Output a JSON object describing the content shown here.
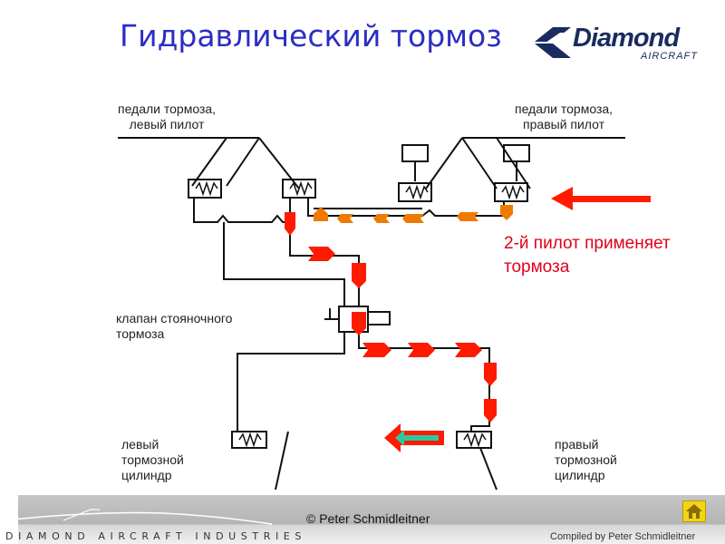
{
  "title": "Гидравлический тормоз",
  "logo": {
    "brand": "Diamond",
    "sub": "AIRCRAFT"
  },
  "labels": {
    "pedals_left": [
      "педали тормоза,",
      "левый пилот"
    ],
    "pedals_right": [
      "педали тормоза,",
      "правый пилот"
    ],
    "parking_valve": [
      "клапан стояночного",
      "тормоза"
    ],
    "cyl_left": [
      "левый",
      "тормозной",
      "цилиндр"
    ],
    "cyl_right": [
      "правый",
      "тормозной",
      "цилиндр"
    ]
  },
  "annotation": [
    "2-й пилот применяет",
    "тормоза"
  ],
  "footer": {
    "brand": "DIAMOND AIRCRAFT INDUSTRIES",
    "copyright": "© Peter Schmidleitner",
    "compiled": "Compiled by Peter Schmidleitner"
  },
  "colors": {
    "title": "#2b2ec4",
    "flow_red": "#ff1a00",
    "flow_orange": "#f07a00",
    "annotation_red": "#e0001a",
    "return_arrow": "#2ec8a0",
    "home_button": "#f2d417"
  },
  "icons": {
    "home": "home-icon",
    "logo_mark": "diamond-wing-icon"
  }
}
